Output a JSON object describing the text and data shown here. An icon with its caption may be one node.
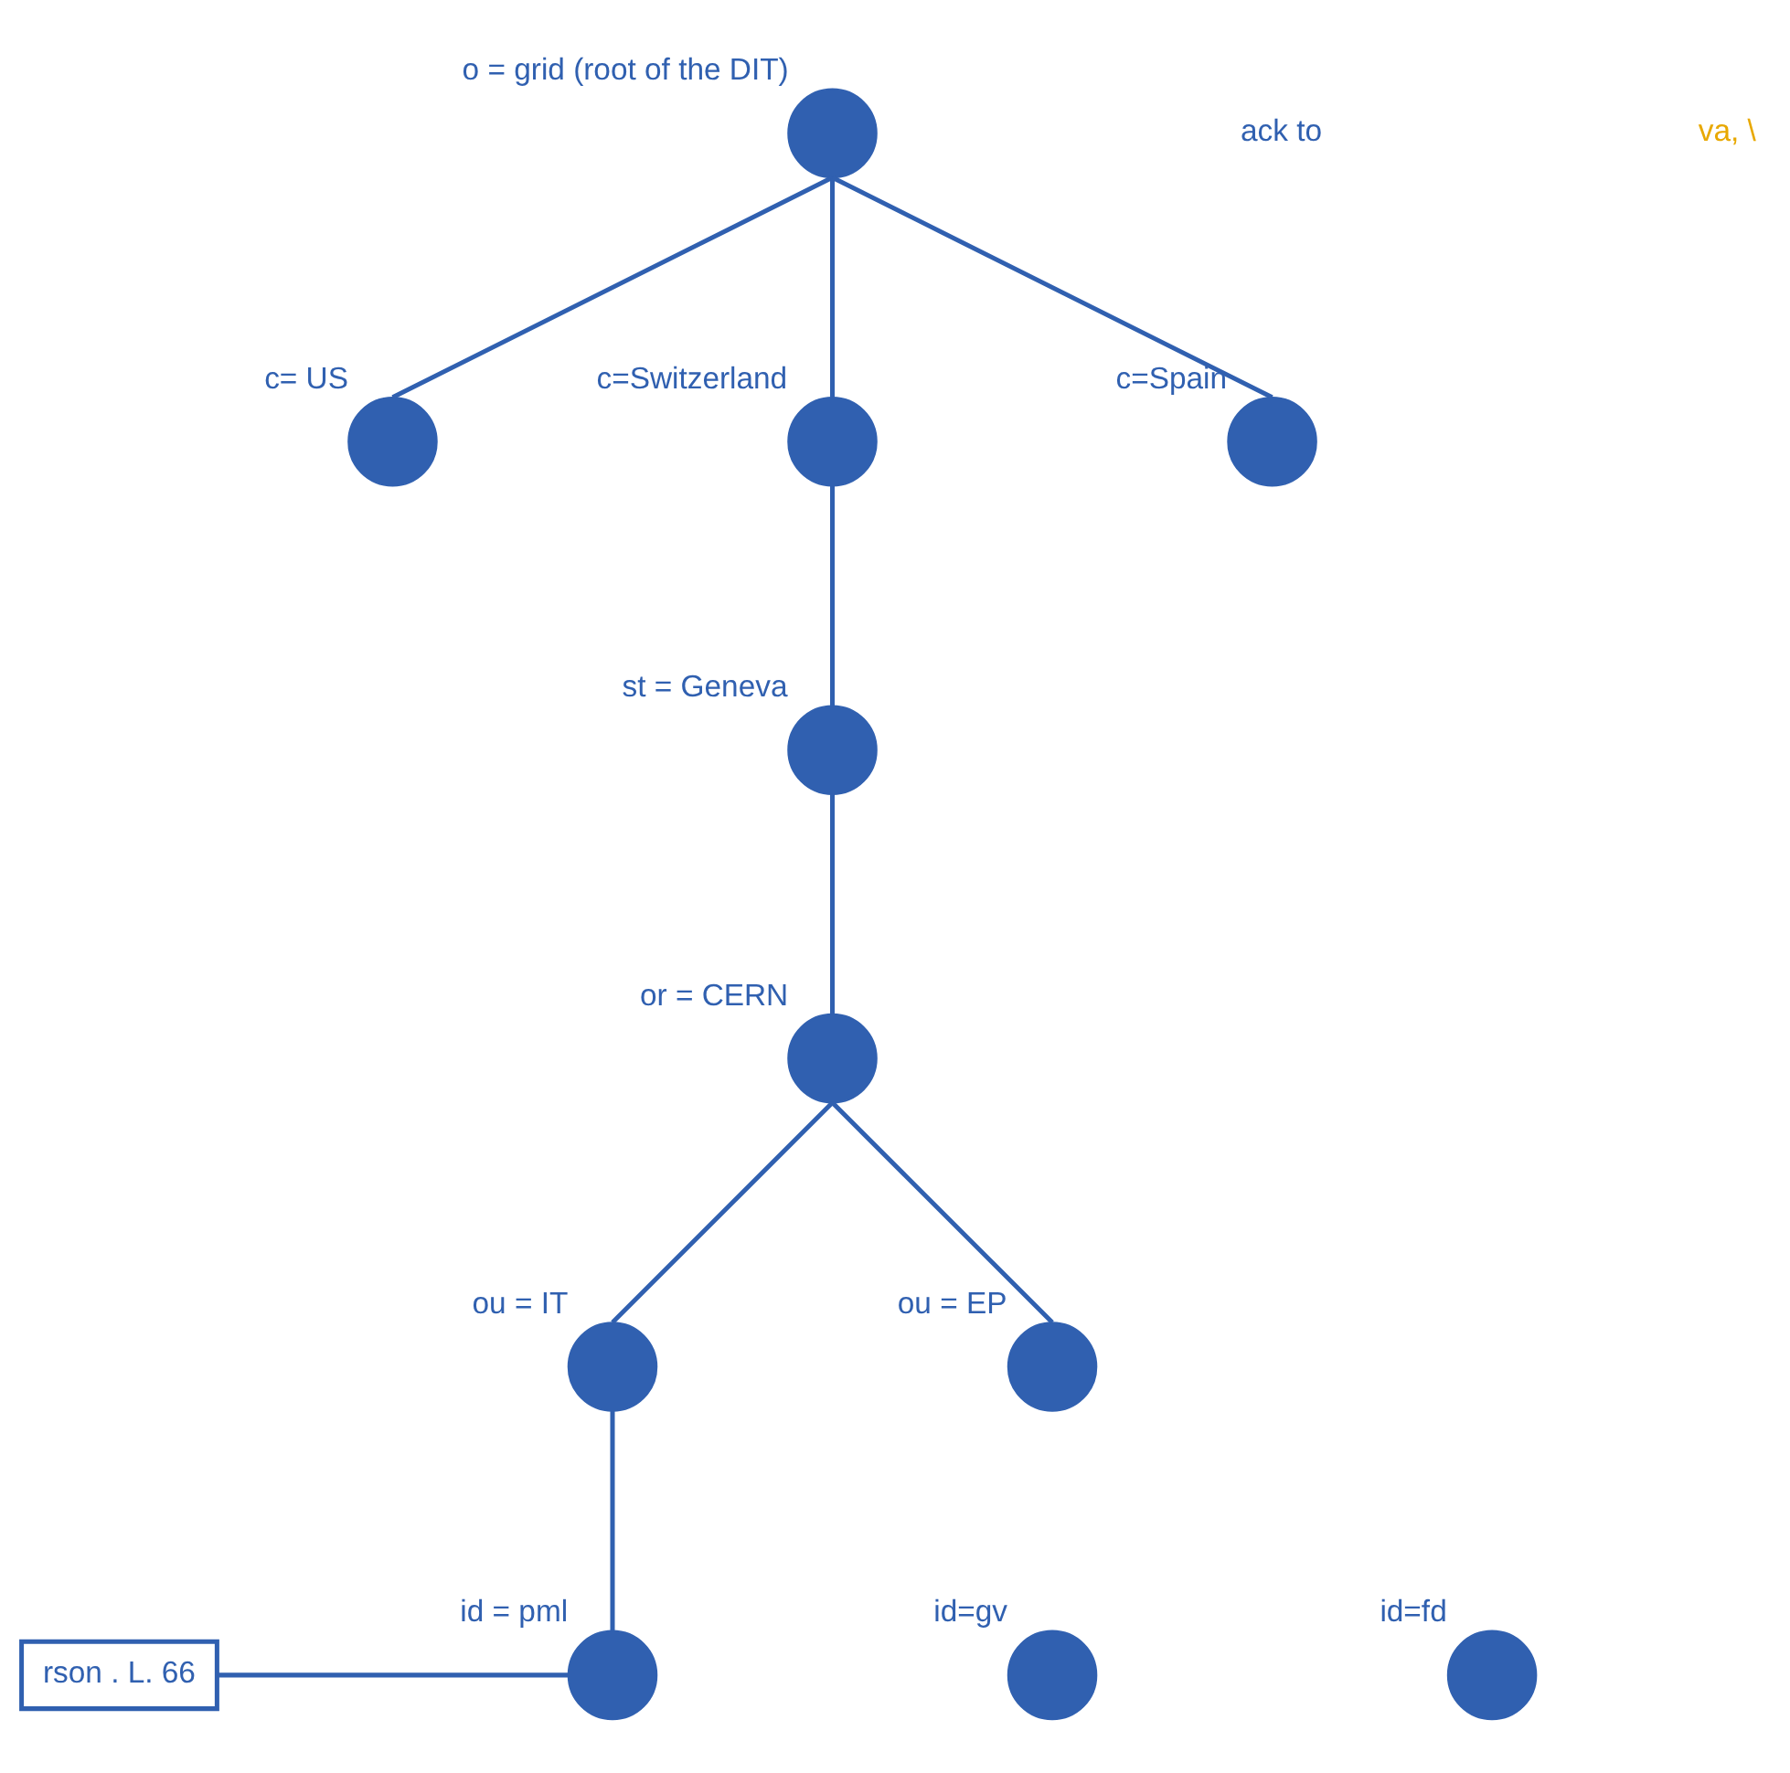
{
  "diagram": {
    "nodes": [
      {
        "text": [],
        "shape": "circle",
        "beside": [
          "o = grid (root of the DIT)"
        ]
      },
      {
        "text": [],
        "shape": "circle",
        "beside": [
          "c= US"
        ]
      },
      {
        "text": [],
        "shape": "circle",
        "beside": [
          "c=Switzerland"
        ]
      },
      {
        "text": [],
        "shape": "circle",
        "beside": [
          "c=Spain"
        ]
      },
      {
        "text": [],
        "shape": "circle",
        "beside": [
          "st = Geneva"
        ]
      },
      {
        "text": [],
        "shape": "circle",
        "beside": [
          "or = CERN"
        ]
      },
      {
        "text": [],
        "shape": "circle",
        "beside": [
          "ou = IT"
        ]
      },
      {
        "text": [],
        "shape": "circle",
        "beside": [
          "ou = EP"
        ]
      },
      {
        "text": [],
        "shape": "circle",
        "beside": [
          "id = pml"
        ]
      },
      {
        "text": [],
        "shape": "circle",
        "beside": [
          "id=gv"
        ]
      },
      {
        "text": [],
        "shape": "circle",
        "beside": [
          "id=fd"
        ]
      },
      {
        "text": [
          "rson . L. 66"
        ]
      }
    ],
    "edges": [
      {
        "from": 0,
        "to": 1,
        "arrow": "none"
      },
      {
        "from": 0,
        "to": 2,
        "arrow": "none"
      },
      {
        "from": 0,
        "to": 3,
        "arrow": "none"
      },
      {
        "from": 2,
        "to": 4,
        "arrow": "none"
      },
      {
        "from": 4,
        "to": 5,
        "arrow": "none"
      },
      {
        "from": 5,
        "to": 6,
        "arrow": "none"
      },
      {
        "from": 5,
        "to": 7,
        "arrow": "none"
      },
      {
        "from": 6,
        "to": 8,
        "arrow": "none"
      },
      {
        "from": 11,
        "to": 8,
        "arrow": "none"
      }
    ],
    "labels": [
      "ack to",
      "va, \\"
    ]
  }
}
